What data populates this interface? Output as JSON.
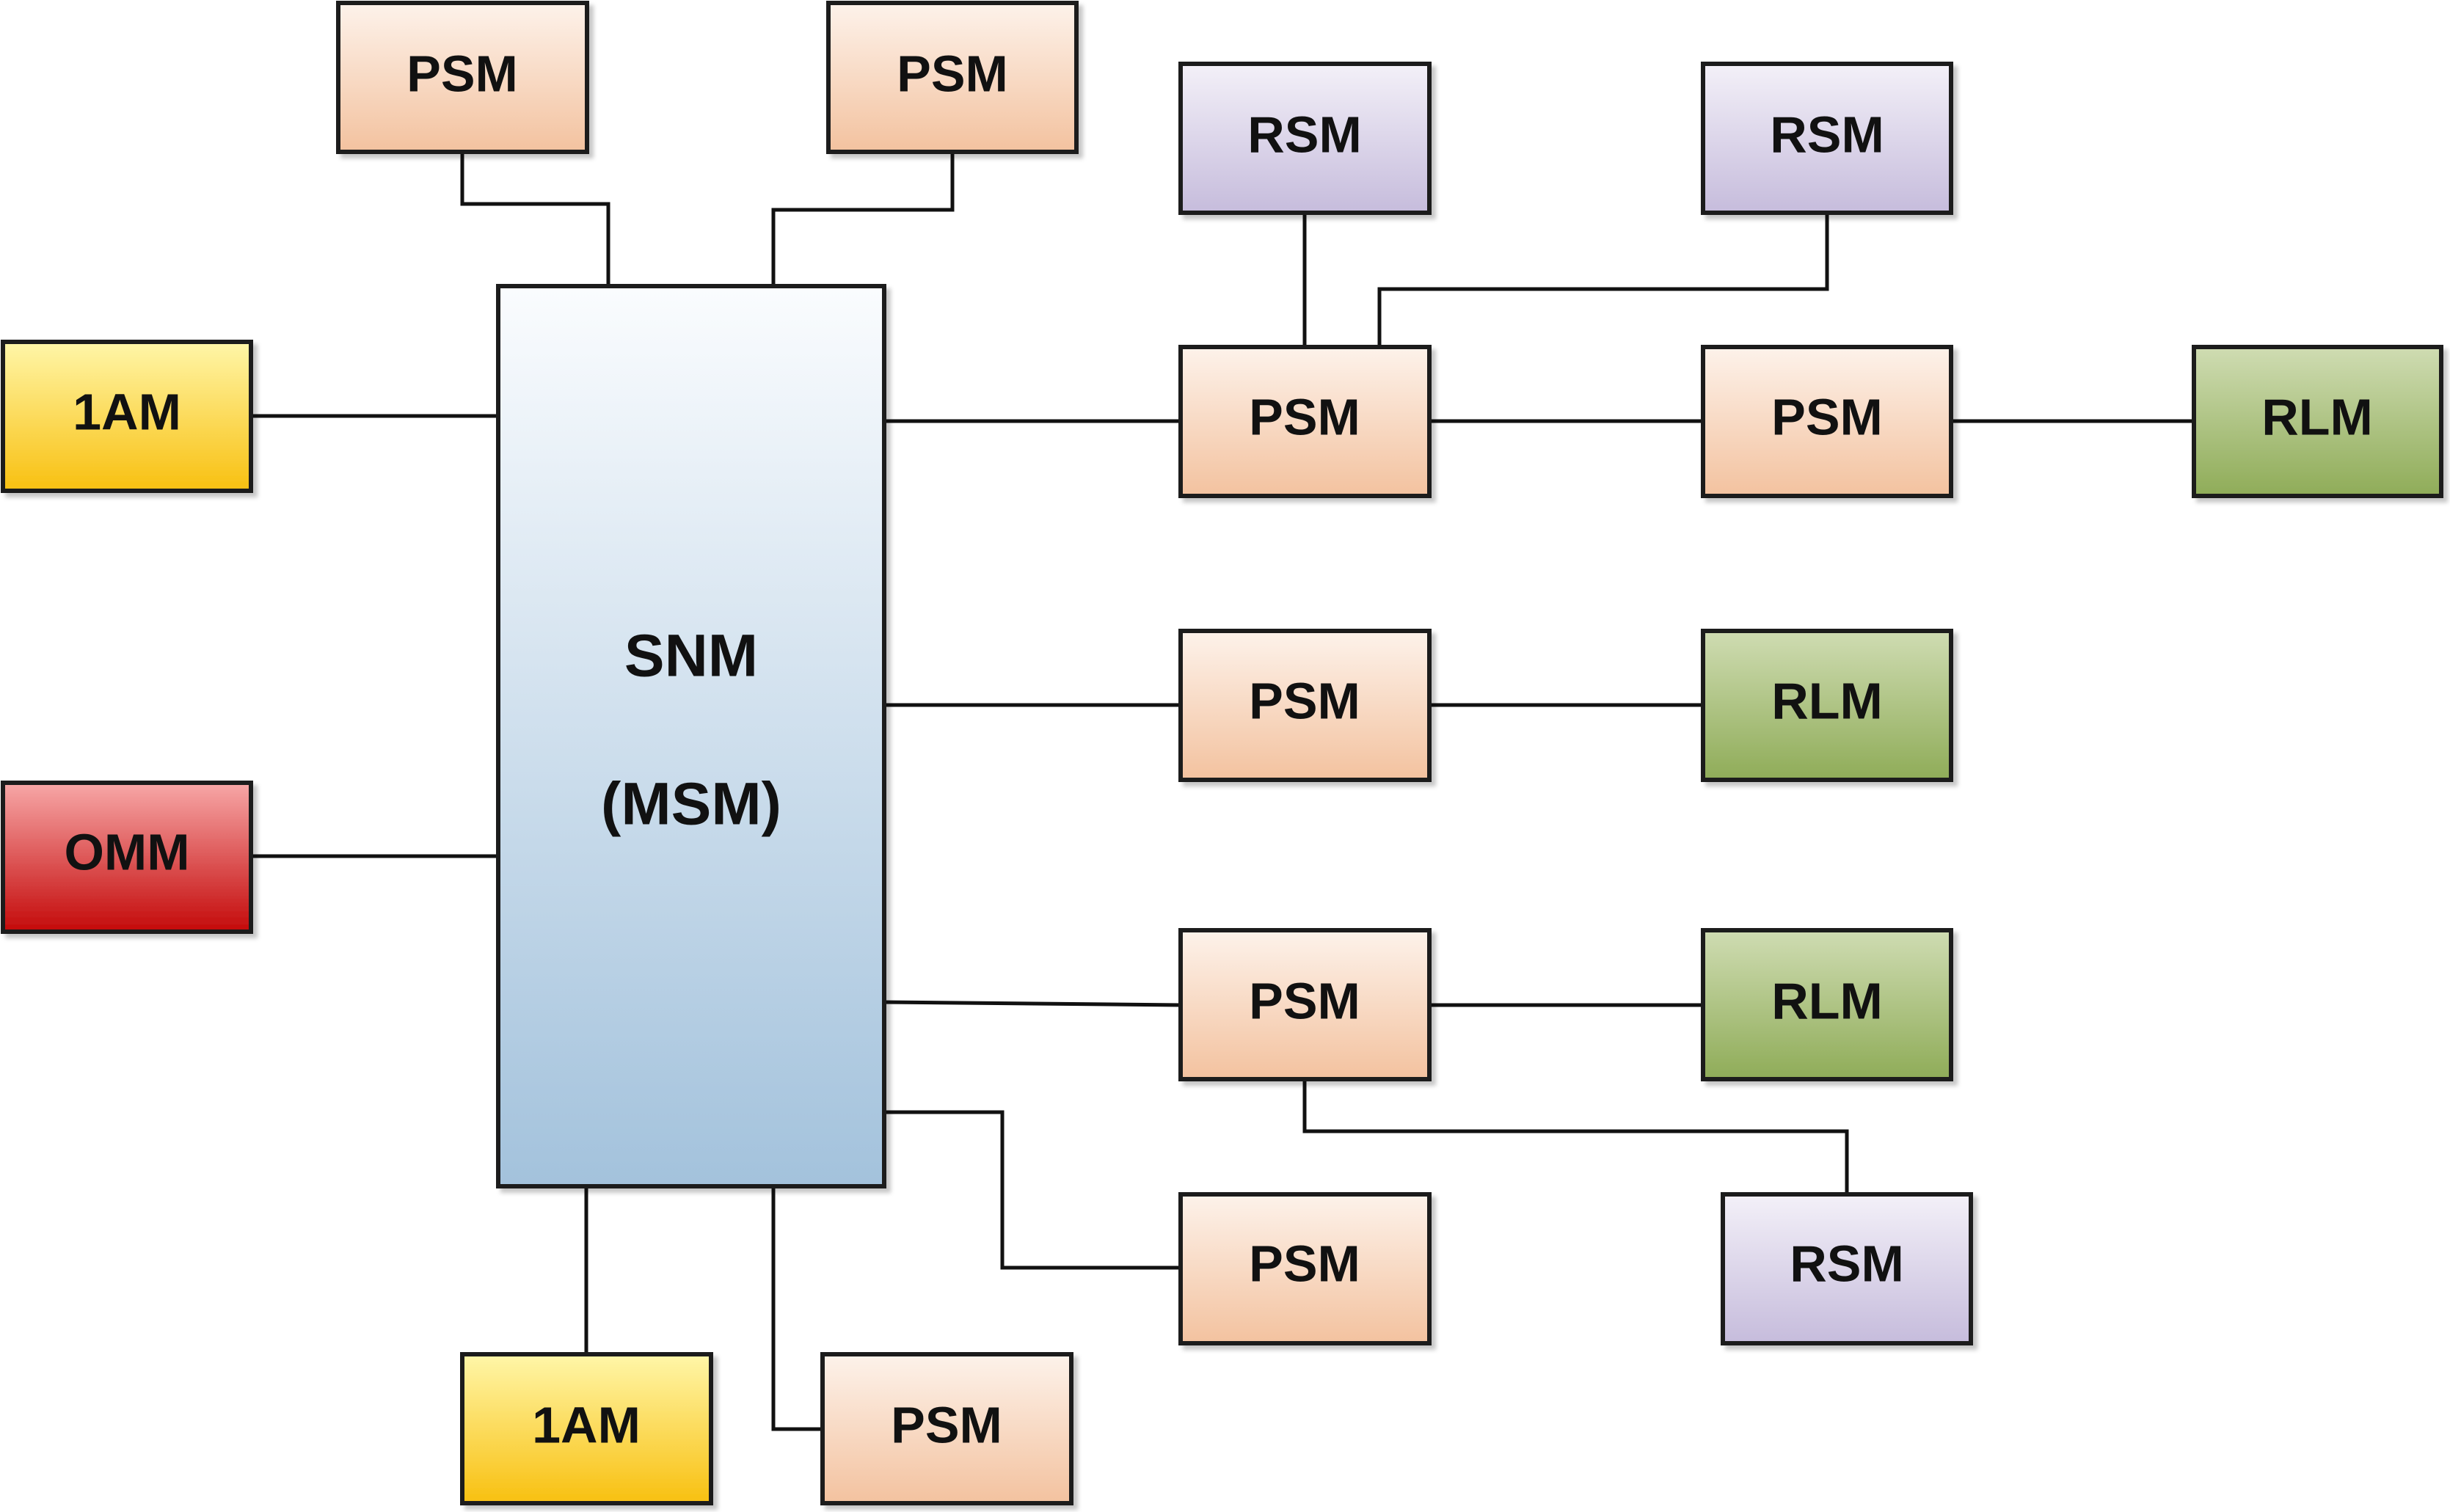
{
  "nodes": {
    "snm": {
      "label_line1": "SNM",
      "label_line2": "(MSM)"
    },
    "psm_top_left": {
      "label": "PSM"
    },
    "psm_top_right": {
      "label": "PSM"
    },
    "am_left": {
      "label": "1AM"
    },
    "omm_left": {
      "label": "OMM"
    },
    "am_bottom": {
      "label": "1AM"
    },
    "psm_bottom": {
      "label": "PSM"
    },
    "rsm_top_1": {
      "label": "RSM"
    },
    "rsm_top_2": {
      "label": "RSM"
    },
    "psm_row1_a": {
      "label": "PSM"
    },
    "psm_row1_b": {
      "label": "PSM"
    },
    "rlm_row1": {
      "label": "RLM"
    },
    "psm_row2": {
      "label": "PSM"
    },
    "rlm_row2": {
      "label": "RLM"
    },
    "psm_row3": {
      "label": "PSM"
    },
    "rlm_row3": {
      "label": "RLM"
    },
    "psm_row4": {
      "label": "PSM"
    },
    "rsm_row4": {
      "label": "RSM"
    }
  },
  "colors": {
    "psm": [
      "#fdf2ea",
      "#f3c29f"
    ],
    "rsm": [
      "#f3f0f8",
      "#c6bcdc"
    ],
    "rlm": [
      "#cfdcb2",
      "#8fac58"
    ],
    "am": [
      "#fff6a8",
      "#f8c010"
    ],
    "omm": [
      "#f7a7a7",
      "#c40a0a"
    ],
    "snm": [
      "#fafcfe",
      "#a3c2dc"
    ]
  }
}
